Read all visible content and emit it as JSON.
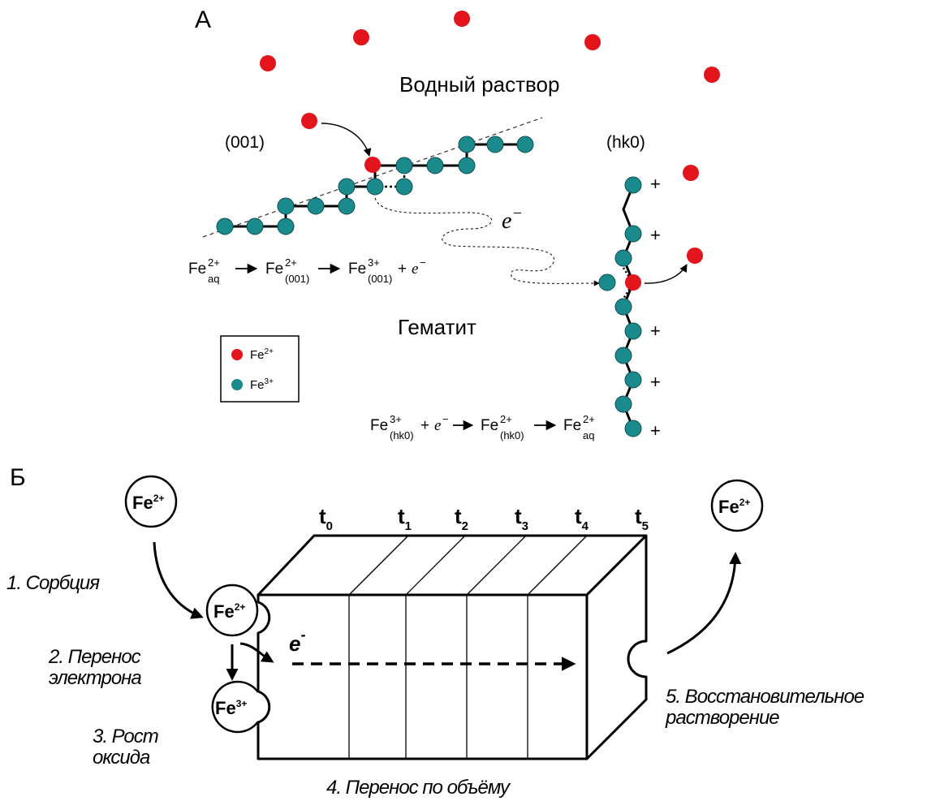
{
  "panel_a": {
    "label": "А",
    "solution_label": "Водный раствор",
    "hematite_label": "Гематит",
    "face_001": "(001)",
    "face_hk0": "(hk0)",
    "electron": "e",
    "electron_sup": "−",
    "plus": "+",
    "legend": {
      "fe2": "Fe",
      "fe2_sup": "2+",
      "fe3": "Fe",
      "fe3_sup": "3+"
    },
    "colors": {
      "fe2": "#e3141b",
      "fe3": "#1b8a8c"
    },
    "eq1": {
      "t1": "Fe",
      "t1_sup": "2+",
      "t1_sub": "aq",
      "t2": "Fe",
      "t2_sup": "2+",
      "t2_sub": "(001)",
      "t3": "Fe",
      "t3_sup": "3+",
      "t3_sub": "(001)",
      "t4": "+ ",
      "t4_e": "e",
      "t4_sup": "−"
    },
    "eq2": {
      "t1": "Fe",
      "t1_sup": "3+",
      "t1_sub": "(hk0)",
      "t2": "+ ",
      "t2_e": "e",
      "t2_sup": "−",
      "t3": "Fe",
      "t3_sup": "2+",
      "t3_sub": "(hk0)",
      "t4": "Fe",
      "t4_sup": "2+",
      "t4_sub": "aq"
    }
  },
  "panel_b": {
    "label": "Б",
    "ion_fe2": "Fe",
    "ion_fe2_sup": "2+",
    "ion_fe3": "Fe",
    "ion_fe3_sup": "3+",
    "t": "t",
    "time_subs": [
      "0",
      "1",
      "2",
      "3",
      "4",
      "5"
    ],
    "electron": "e",
    "electron_sup": "-",
    "step1": "1. Сорбция",
    "step2_line1": "2. Перенос",
    "step2_line2": "электрона",
    "step3_line1": "3. Рост",
    "step3_line2": "оксида",
    "step4": "4. Перенос по объёму",
    "step5_line1": "5. Восстановительное",
    "step5_line2": "растворение"
  }
}
